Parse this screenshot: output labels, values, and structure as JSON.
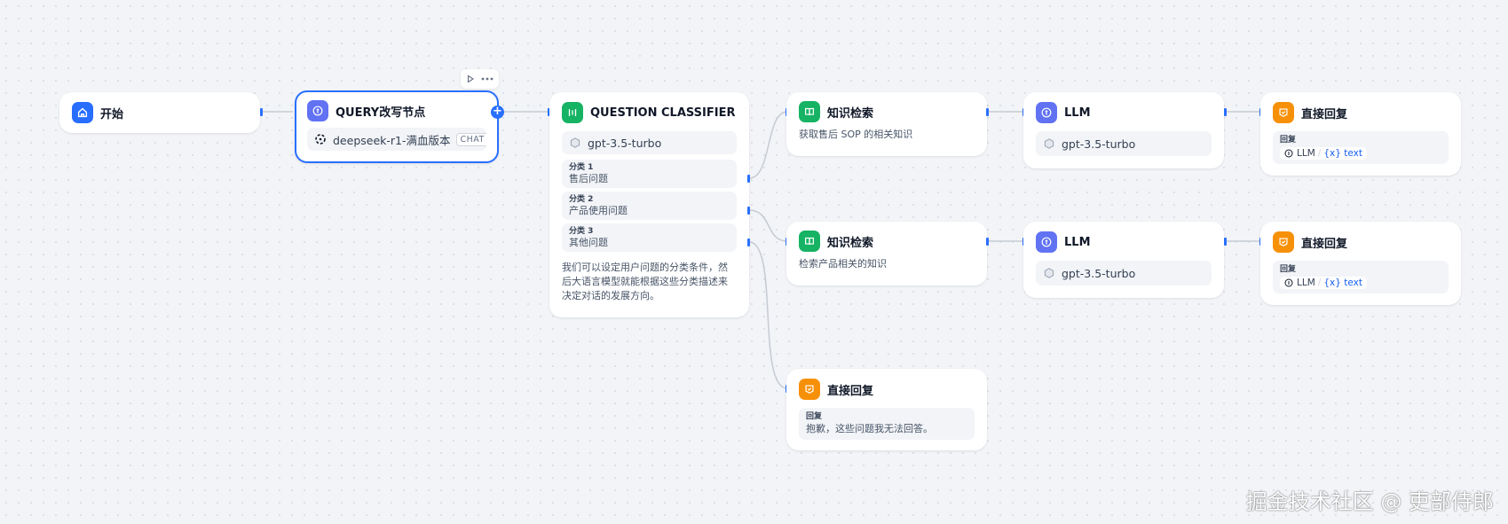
{
  "colors": {
    "accent": "#2970ff",
    "start_icon": "#296dff",
    "llm_icon": "#6172f3",
    "classifier_icon": "#16b364",
    "knowledge_icon": "#16b364",
    "answer_icon": "#f79009",
    "edge": "#c6cbd3"
  },
  "nodes": {
    "start": {
      "title": "开始",
      "icon": "home-icon"
    },
    "query_rewrite": {
      "title": "QUERY改写节点",
      "icon": "llm-icon",
      "model": "deepseek-r1-满血版本",
      "mode_tag": "CHAT",
      "toolbar": {
        "run": "play-icon",
        "more": "more-icon"
      },
      "add_button": "+"
    },
    "classifier": {
      "title": "QUESTION CLASSIFIER",
      "icon": "classifier-icon",
      "model": "gpt-3.5-turbo",
      "classes": [
        {
          "label": "分类 1",
          "text": "售后问题"
        },
        {
          "label": "分类 2",
          "text": "产品使用问题"
        },
        {
          "label": "分类 3",
          "text": "其他问题"
        }
      ],
      "description_lines": [
        "我们可以设定用户问题的分类条件，然",
        "后大语言模型就能根据这些分类描述来",
        "决定对话的发展方向。"
      ]
    },
    "knowledge_1": {
      "title": "知识检索",
      "icon": "book-icon",
      "description": "获取售后 SOP 的相关知识"
    },
    "knowledge_2": {
      "title": "知识检索",
      "icon": "book-icon",
      "description": "检索产品相关的知识"
    },
    "llm_1": {
      "title": "LLM",
      "icon": "llm-icon",
      "model": "gpt-3.5-turbo"
    },
    "llm_2": {
      "title": "LLM",
      "icon": "llm-icon",
      "model": "gpt-3.5-turbo"
    },
    "answer_1": {
      "title": "直接回复",
      "icon": "answer-icon",
      "label": "回复",
      "var_node": "LLM",
      "var_name": "{x} text"
    },
    "answer_2": {
      "title": "直接回复",
      "icon": "answer-icon",
      "label": "回复",
      "var_node": "LLM",
      "var_name": "{x} text"
    },
    "answer_3": {
      "title": "直接回复",
      "icon": "answer-icon",
      "label": "回复",
      "text": "抱歉，这些问题我无法回答。"
    }
  },
  "watermark": "掘金技术社区 @ 吏部侍郎"
}
